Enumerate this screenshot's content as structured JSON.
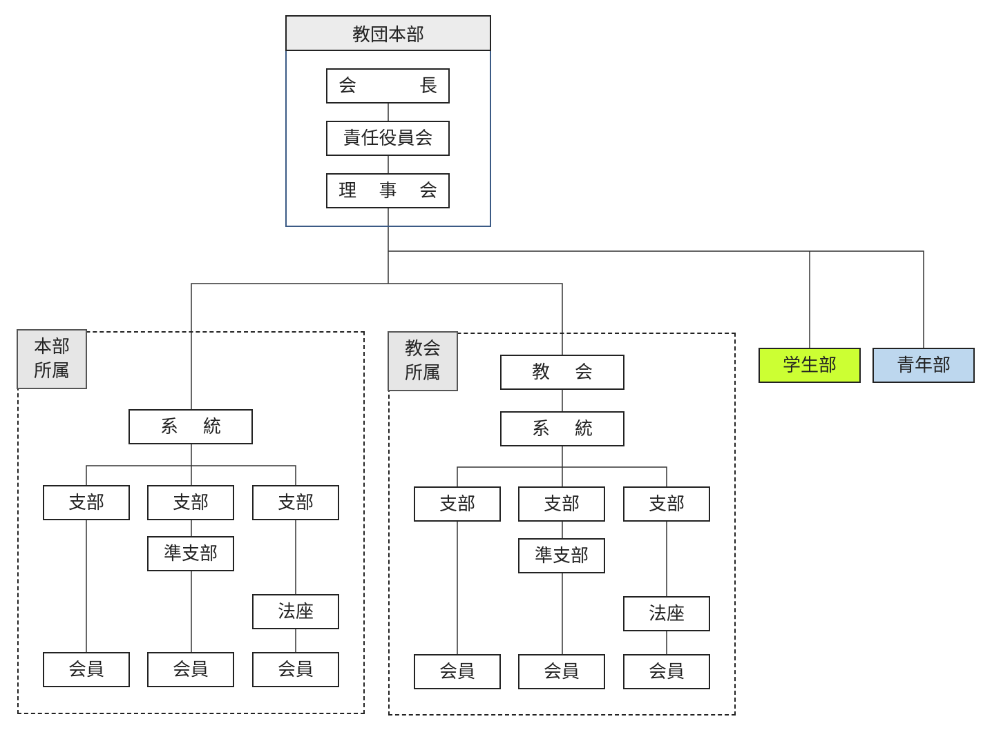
{
  "headquarters": {
    "title": "教団本部",
    "president": [
      "会",
      "長"
    ],
    "executive_board": "責任役員会",
    "board_of_directors": [
      "理",
      "事",
      "会"
    ]
  },
  "group_hq": {
    "label_line1": "本部",
    "label_line2": "所属",
    "lineage": [
      "系",
      "統"
    ],
    "branch": "支部",
    "sub_branch": "準支部",
    "dharma_seat": "法座",
    "member": "会員"
  },
  "group_church": {
    "label_line1": "教会",
    "label_line2": "所属",
    "church": [
      "教",
      "会"
    ],
    "lineage": [
      "系",
      "統"
    ],
    "branch": "支部",
    "sub_branch": "準支部",
    "dharma_seat": "法座",
    "member": "会員"
  },
  "student_dept": {
    "label": "学生部",
    "color": "#ccff33"
  },
  "youth_dept": {
    "label": "青年部",
    "color": "#bdd7ee"
  }
}
